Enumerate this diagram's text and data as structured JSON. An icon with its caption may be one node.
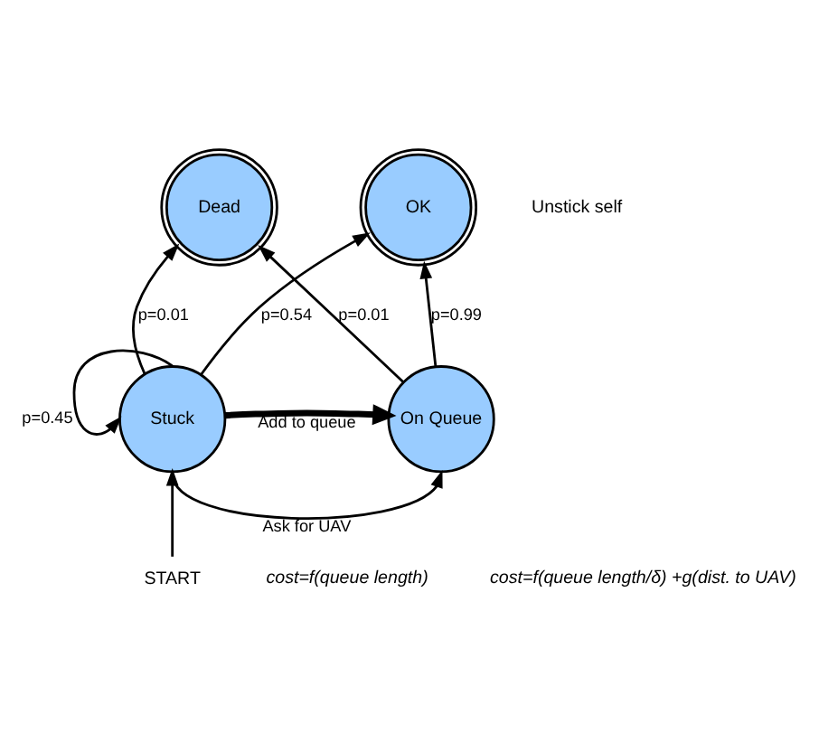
{
  "diagram": {
    "nodes": [
      {
        "text": [
          "Dead"
        ]
      },
      {
        "text": [
          "OK"
        ]
      },
      {
        "text": [
          "Stuck"
        ]
      },
      {
        "text": [
          "On Queue"
        ]
      },
      {
        "text": [
          "START"
        ]
      }
    ],
    "edges": [
      {
        "from": 2,
        "to": 2,
        "arrow": "to",
        "label": "p=0.45"
      },
      {
        "from": 2,
        "to": 0,
        "arrow": "to",
        "label": "p=0.01"
      },
      {
        "from": 2,
        "to": 1,
        "arrow": "to",
        "label": "p=0.54"
      },
      {
        "from": 3,
        "to": 0,
        "arrow": "to",
        "label": "p=0.01"
      },
      {
        "from": 3,
        "to": 1,
        "arrow": "to",
        "label": "p=0.99"
      },
      {
        "from": 2,
        "to": 3,
        "arrow": "to",
        "label": "Add to queue",
        "style": "thick"
      },
      {
        "from": 2,
        "to": 3,
        "arrow": "to",
        "label": "Ask for UAV"
      },
      {
        "from": 4,
        "to": 2,
        "arrow": "to"
      }
    ],
    "labels": [
      "Unstick self",
      "cost=f(queue length)",
      "cost=f(queue length/δ) +g(dist. to UAV)"
    ]
  }
}
